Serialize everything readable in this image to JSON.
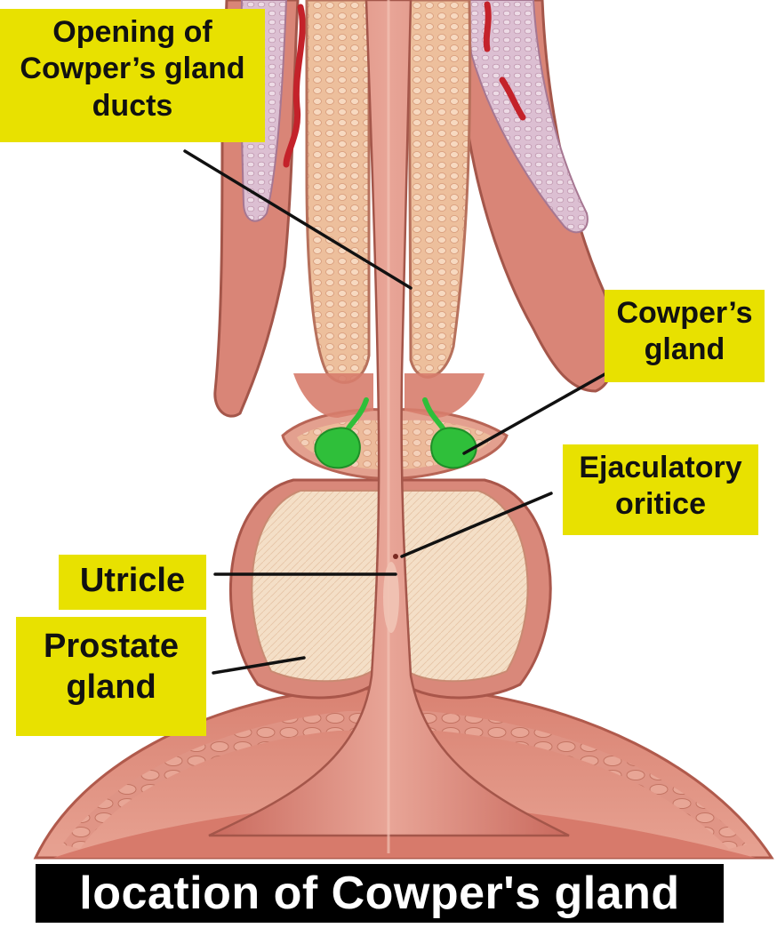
{
  "labels": {
    "opening_line1": "Opening of",
    "opening_line2": "Cowper’s gland",
    "opening_line3": "ducts",
    "cowpers_line1": "Cowper’s",
    "cowpers_line2": "gland",
    "ejaculatory_line1": "Ejaculatory",
    "ejaculatory_line2": "oritice",
    "utricle": "Utricle",
    "prostate_line1": "Prostate",
    "prostate_line2": "gland"
  },
  "caption": "location of Cowper's gland",
  "colors": {
    "label_bg": "#e8e100",
    "caption_bg": "#000000",
    "caption_text": "#ffffff",
    "tissue_pink": "#d98a7a",
    "tissue_dark": "#b85a4e",
    "spongy_tan": "#e9b894",
    "prostate_cream": "#f3dcc2",
    "gland_green": "#2fbf3a",
    "corpus_lilac": "#d9b8cc",
    "vessel_red": "#c4222a"
  }
}
